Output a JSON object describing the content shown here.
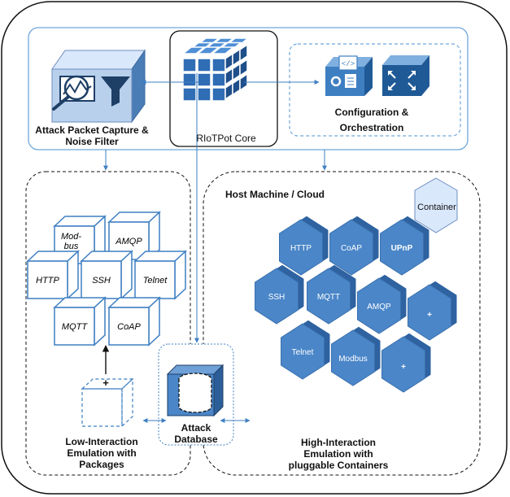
{
  "core": {
    "title": "RIoTPot Core"
  },
  "attack_capture": {
    "line1": "Attack Packet Capture &",
    "line2": "Noise  Filter"
  },
  "config": {
    "line1": "Configuration &",
    "line2": "Orchestration"
  },
  "low_interaction": {
    "line1": "Low-Interaction",
    "line2": "Emulation with",
    "line3": "Packages",
    "protocols": [
      "Mod-\nbus",
      "AMQP",
      "HTTP",
      "SSH",
      "Telnet",
      "MQTT",
      "CoAP"
    ],
    "mod_line1": "Mod-",
    "mod_line2": "bus",
    "add_symbol": "+"
  },
  "database": {
    "line1": "Attack",
    "line2": "Database"
  },
  "host": {
    "title": "Host Machine / Cloud",
    "legend": "Container",
    "line1": "High-Interaction",
    "line2": "Emulation with",
    "line3": "pluggable Containers",
    "containers": [
      "HTTP",
      "CoAP",
      "UPnP",
      "SSH",
      "MQTT",
      "AMQP",
      "+",
      "Telnet",
      "Modbus",
      "+"
    ]
  },
  "colors": {
    "accent_blue": "#3e7fc2",
    "hex_blue": "#4a86c8",
    "hex_light": "#dae8fc",
    "frame_blue": "#6fa8dc"
  }
}
